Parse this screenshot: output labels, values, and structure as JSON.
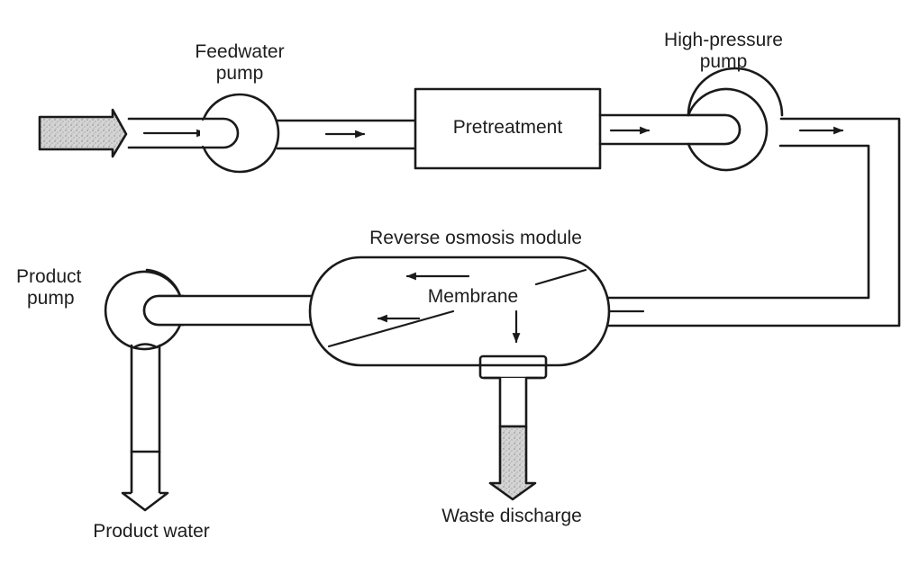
{
  "diagram": {
    "title": "Reverse osmosis desalination process",
    "colors": {
      "line": "#1a1a1a",
      "background": "#ffffff",
      "fill_stipple": "#c8c8c8"
    },
    "labels": {
      "feedwater_pump": [
        "Feedwater",
        "pump"
      ],
      "pretreatment": "Pretreatment",
      "high_pressure_pump": [
        "High-pressure",
        "pump"
      ],
      "ro_module": "Reverse osmosis module",
      "membrane": "Membrane",
      "product_pump": [
        "Product",
        "pump"
      ],
      "product_water": "Product water",
      "waste_discharge": "Waste discharge"
    },
    "nodes": [
      {
        "id": "feed-inlet",
        "type": "inlet-arrow"
      },
      {
        "id": "feedwater-pump",
        "type": "pump"
      },
      {
        "id": "pretreatment",
        "type": "process-box"
      },
      {
        "id": "high-pressure-pump",
        "type": "pump"
      },
      {
        "id": "ro-module",
        "type": "vessel"
      },
      {
        "id": "product-pump",
        "type": "pump"
      },
      {
        "id": "product-water-outlet",
        "type": "outlet-arrow"
      },
      {
        "id": "waste-discharge-outlet",
        "type": "outlet-arrow"
      }
    ],
    "edges": [
      {
        "from": "feed-inlet",
        "to": "feedwater-pump"
      },
      {
        "from": "feedwater-pump",
        "to": "pretreatment"
      },
      {
        "from": "pretreatment",
        "to": "high-pressure-pump"
      },
      {
        "from": "high-pressure-pump",
        "to": "ro-module"
      },
      {
        "from": "ro-module",
        "to": "product-pump"
      },
      {
        "from": "product-pump",
        "to": "product-water-outlet"
      },
      {
        "from": "ro-module",
        "to": "waste-discharge-outlet"
      }
    ]
  }
}
